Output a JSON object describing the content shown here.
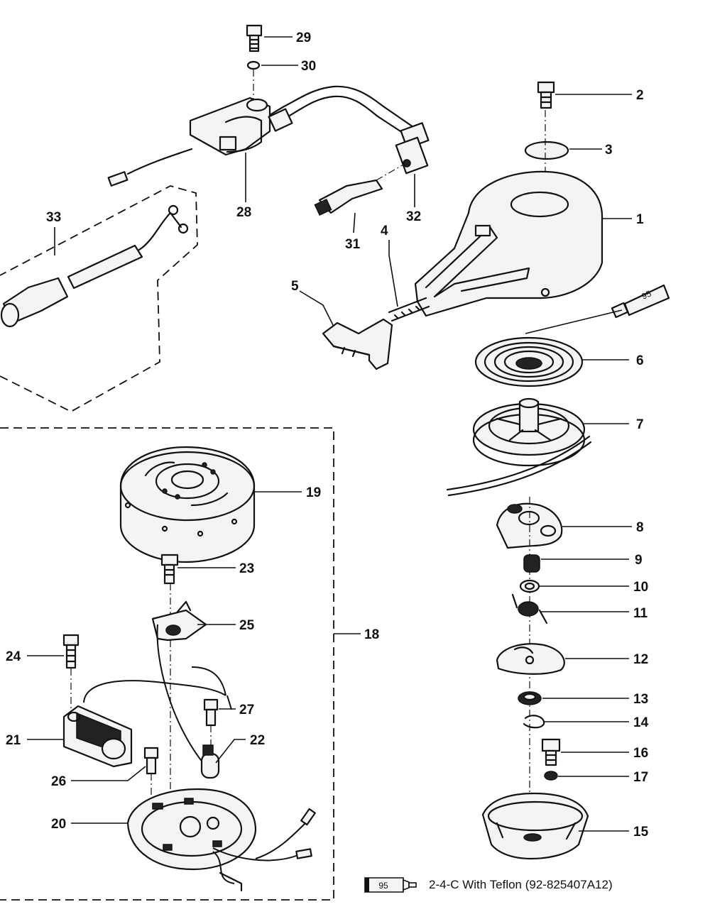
{
  "callouts": {
    "c1": "1",
    "c2": "2",
    "c3": "3",
    "c4": "4",
    "c5": "5",
    "c6": "6",
    "c7": "7",
    "c8": "8",
    "c9": "9",
    "c10": "10",
    "c11": "11",
    "c12": "12",
    "c13": "13",
    "c14": "14",
    "c15": "15",
    "c16": "16",
    "c17": "17",
    "c18": "18",
    "c19": "19",
    "c20": "20",
    "c21": "21",
    "c22": "22",
    "c23": "23",
    "c24": "24",
    "c25": "25",
    "c26": "26",
    "c27": "27",
    "c28": "28",
    "c29": "29",
    "c30": "30",
    "c31": "31",
    "c32": "32",
    "c33": "33"
  },
  "lubricant_tube_label": "95",
  "legend": {
    "tube_label": "95",
    "text": "2-4-C  With Teflon (92-825407A12)"
  }
}
